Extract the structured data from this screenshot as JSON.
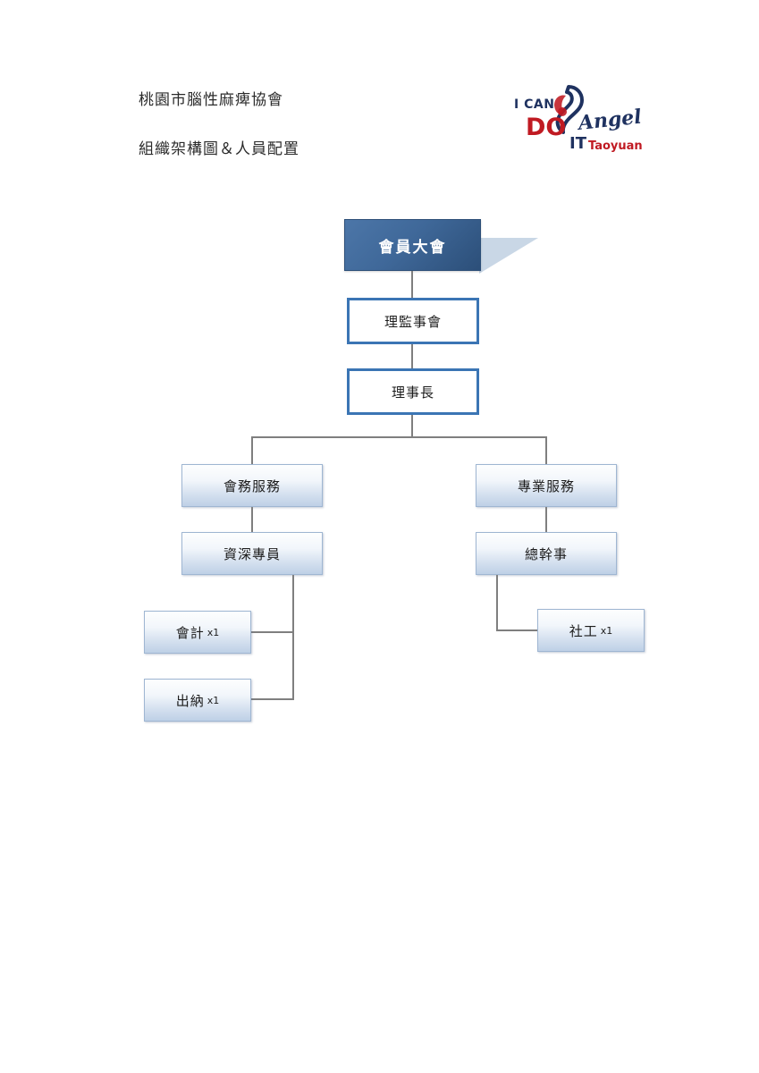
{
  "document": {
    "title_line_1": "桃園市腦性麻痺協會",
    "title_line_2": "組織架構圖＆人員配置"
  },
  "logo": {
    "i_can": "I CAN",
    "do": "DO",
    "angel": "Angel",
    "it": "IT",
    "taoyuan": "Taoyuan",
    "navy": "#1f3260",
    "red": "#c01a22"
  },
  "colors": {
    "top_node_fill": "#3f6899",
    "top_node_text": "#ffffff",
    "outline_border": "#3b75b4",
    "light_node_fill": "#d4e0ef",
    "connector": "#7f7f7f",
    "ribbon_tail": "#c9d7e6"
  },
  "chart_data": {
    "type": "diagram",
    "title": "桃園市腦性麻痺協會 組織架構圖＆人員配置",
    "nodes": [
      {
        "id": "n1",
        "label": "會員大會",
        "count": "",
        "style": "top"
      },
      {
        "id": "n2",
        "label": "理監事會",
        "count": "",
        "style": "outline"
      },
      {
        "id": "n3",
        "label": "理事長",
        "count": "",
        "style": "outline"
      },
      {
        "id": "n4",
        "label": "會務服務",
        "count": "",
        "style": "light"
      },
      {
        "id": "n5",
        "label": "專業服務",
        "count": "",
        "style": "light"
      },
      {
        "id": "n6",
        "label": "資深專員",
        "count": "",
        "style": "light"
      },
      {
        "id": "n7",
        "label": "總幹事",
        "count": "",
        "style": "light"
      },
      {
        "id": "n8",
        "label": "會計",
        "count": "x1",
        "style": "light"
      },
      {
        "id": "n9",
        "label": "出納",
        "count": "x1",
        "style": "light"
      },
      {
        "id": "n10",
        "label": "社工",
        "count": "x1",
        "style": "light"
      }
    ],
    "edges": [
      {
        "from": "n1",
        "to": "n2"
      },
      {
        "from": "n2",
        "to": "n3"
      },
      {
        "from": "n3",
        "to": "n4"
      },
      {
        "from": "n3",
        "to": "n5"
      },
      {
        "from": "n4",
        "to": "n6"
      },
      {
        "from": "n5",
        "to": "n7"
      },
      {
        "from": "n6",
        "to": "n8"
      },
      {
        "from": "n6",
        "to": "n9"
      },
      {
        "from": "n7",
        "to": "n10"
      }
    ]
  }
}
